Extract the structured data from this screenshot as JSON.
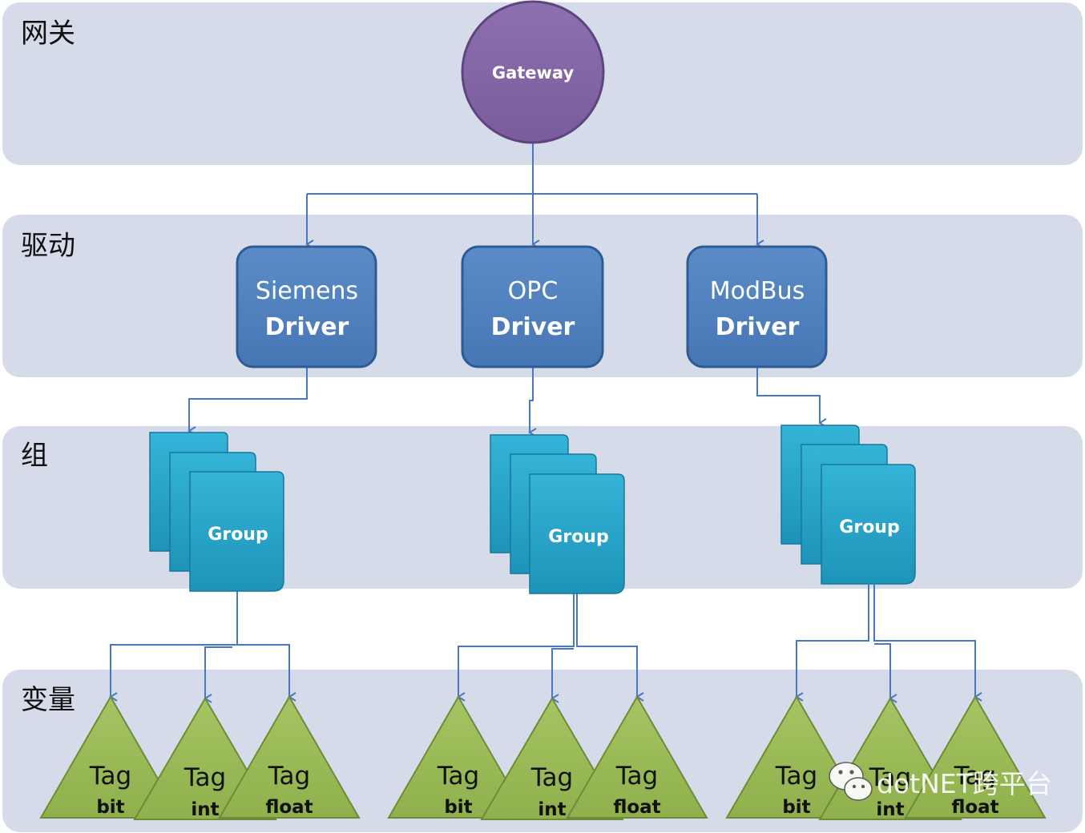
{
  "layers": {
    "gateway": "网关",
    "driver": "驱动",
    "group": "组",
    "tag": "变量"
  },
  "gateway": {
    "label": "Gateway"
  },
  "drivers": [
    {
      "name": "Siemens",
      "sub": "Driver"
    },
    {
      "name": "OPC",
      "sub": "Driver"
    },
    {
      "name": "ModBus",
      "sub": "Driver"
    }
  ],
  "groups": [
    {
      "label": "Group"
    },
    {
      "label": "Group"
    },
    {
      "label": "Group"
    }
  ],
  "tags": [
    [
      {
        "name": "Tag",
        "type": "bit"
      },
      {
        "name": "Tag",
        "type": "int"
      },
      {
        "name": "Tag",
        "type": "float"
      }
    ],
    [
      {
        "name": "Tag",
        "type": "bit"
      },
      {
        "name": "Tag",
        "type": "int"
      },
      {
        "name": "Tag",
        "type": "float"
      }
    ],
    [
      {
        "name": "Tag",
        "type": "bit"
      },
      {
        "name": "Tag",
        "type": "int"
      },
      {
        "name": "Tag",
        "type": "float"
      }
    ]
  ],
  "watermark": {
    "text": "dotNET跨平台",
    "icon": "wechat-icon"
  },
  "colors": {
    "band": "#d5dbe9",
    "gateway": "#8064a2",
    "driver": "#4f81bd",
    "group": "#2aa3c8",
    "tag": "#9bbb59",
    "connector": "#4a78c0"
  }
}
